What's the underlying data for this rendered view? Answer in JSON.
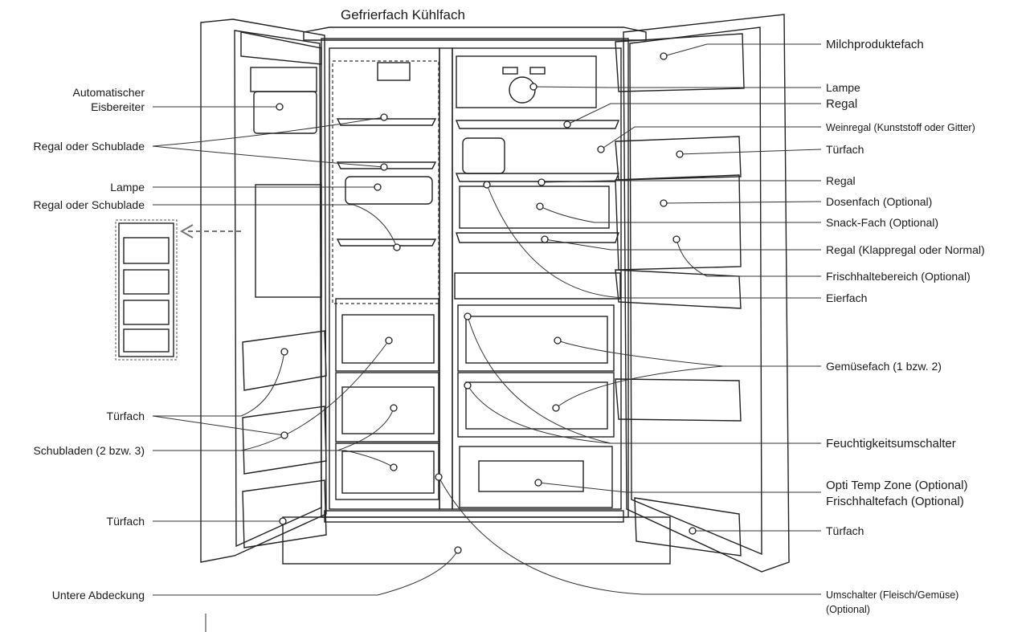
{
  "title": "Gefrierfach Kühlfach",
  "labels_left": [
    {
      "id": "auto-ice",
      "lines": [
        "Automatischer",
        "Eisbereiter"
      ]
    },
    {
      "id": "shelf-drawer-1",
      "lines": [
        "Regal oder Schublade"
      ]
    },
    {
      "id": "lamp-left",
      "lines": [
        "Lampe"
      ]
    },
    {
      "id": "shelf-drawer-2",
      "lines": [
        "Regal oder Schublade"
      ]
    },
    {
      "id": "door-bin-left-1",
      "lines": [
        "Türfach"
      ]
    },
    {
      "id": "drawers",
      "lines": [
        "Schubladen (2 bzw. 3)"
      ]
    },
    {
      "id": "door-bin-left-2",
      "lines": [
        "Türfach"
      ]
    },
    {
      "id": "lower-cover",
      "lines": [
        "Untere Abdeckung"
      ]
    }
  ],
  "labels_right": [
    {
      "id": "dairy",
      "lines": [
        "Milchproduktefach"
      ]
    },
    {
      "id": "lamp-right",
      "lines": [
        "Lampe"
      ]
    },
    {
      "id": "shelf-1",
      "lines": [
        "Regal"
      ]
    },
    {
      "id": "wine-rack",
      "lines": [
        "Weinregal (Kunststoff oder Gitter)"
      ]
    },
    {
      "id": "door-bin-right-1",
      "lines": [
        "Türfach"
      ]
    },
    {
      "id": "shelf-2",
      "lines": [
        "Regal"
      ]
    },
    {
      "id": "can-rack",
      "lines": [
        "Dosenfach (Optional)"
      ]
    },
    {
      "id": "snack",
      "lines": [
        "Snack-Fach (Optional)"
      ]
    },
    {
      "id": "shelf-fold",
      "lines": [
        "Regal (Klappregal oder Normal)"
      ]
    },
    {
      "id": "fresh-area",
      "lines": [
        "Frischhaltebereich (Optional)"
      ]
    },
    {
      "id": "egg",
      "lines": [
        "Eierfach"
      ]
    },
    {
      "id": "veg",
      "lines": [
        "Gemüsefach (1 bzw. 2)"
      ]
    },
    {
      "id": "humidity",
      "lines": [
        "Feuchtigkeitsumschalter"
      ]
    },
    {
      "id": "opti-temp",
      "lines": [
        "Opti Temp Zone (Optional)",
        "Frischhaltefach (Optional)"
      ]
    },
    {
      "id": "door-bin-right-2",
      "lines": [
        "Türfach"
      ]
    },
    {
      "id": "switch",
      "lines": [
        "Umschalter (Fleisch/Gemüse)",
        "(Optional)"
      ]
    }
  ]
}
